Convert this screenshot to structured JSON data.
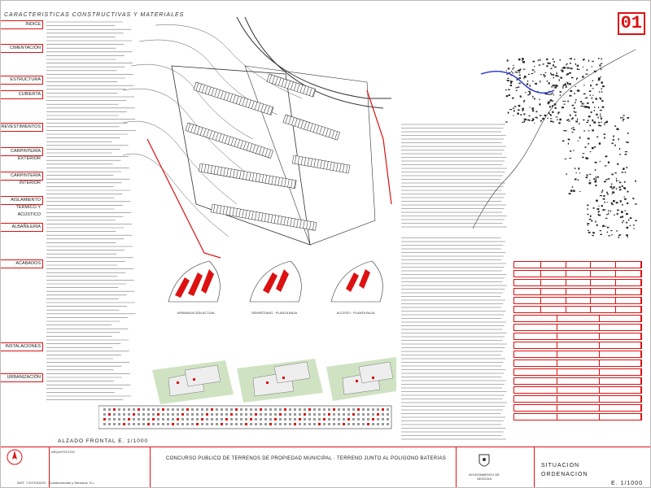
{
  "header": {
    "title": "CARACTERISTICAS CONSTRUCTIVAS Y MATERIALES",
    "sheet_number": "01"
  },
  "sidebar_labels": [
    "ÍNDICE",
    "CIMENTACIÓN",
    "ESTRUCTURA",
    "CUBIERTA",
    "REVESTIMIENTOS",
    "CARPINTERÍA EXTERIOR",
    "CARPINTERÍA INTERIOR",
    "AISLAMIENTO TÉRMICO Y ACÚSTICO",
    "ALBAÑILERÍA",
    "ACABADOS",
    "INSTALACIONES",
    "URBANIZACIÓN"
  ],
  "captions": {
    "plan_a": "URBANIZACIÓN ACTUAL",
    "plan_b": "SEMISÓTANO · PLANTA BAJA",
    "plan_c": "ACCESO · PLANTA BAJA",
    "elevation": "ALZADO FRONTAL E. 1/1000"
  },
  "title_block": {
    "title": "CONCURSO PUBLICO DE TERRENOS DE PROPIEDAD MUNICIPAL · TERRENO JUNTO AL POLIGONO BATERIAS",
    "authors": "ARQUITECTOS",
    "company": "INST. Y ESTUDIOS · Construcciones y Servicios, S.L.",
    "municipality": "AYUNTAMIENTO DE SEGOVIA",
    "situation": "SITUACION",
    "ordering": "ORDENACION",
    "scale": "E. 1/1000"
  },
  "chart_data": {
    "type": "diagram",
    "title": "CARACTERISTICAS CONSTRUCTIVAS Y MATERIALES"
  }
}
